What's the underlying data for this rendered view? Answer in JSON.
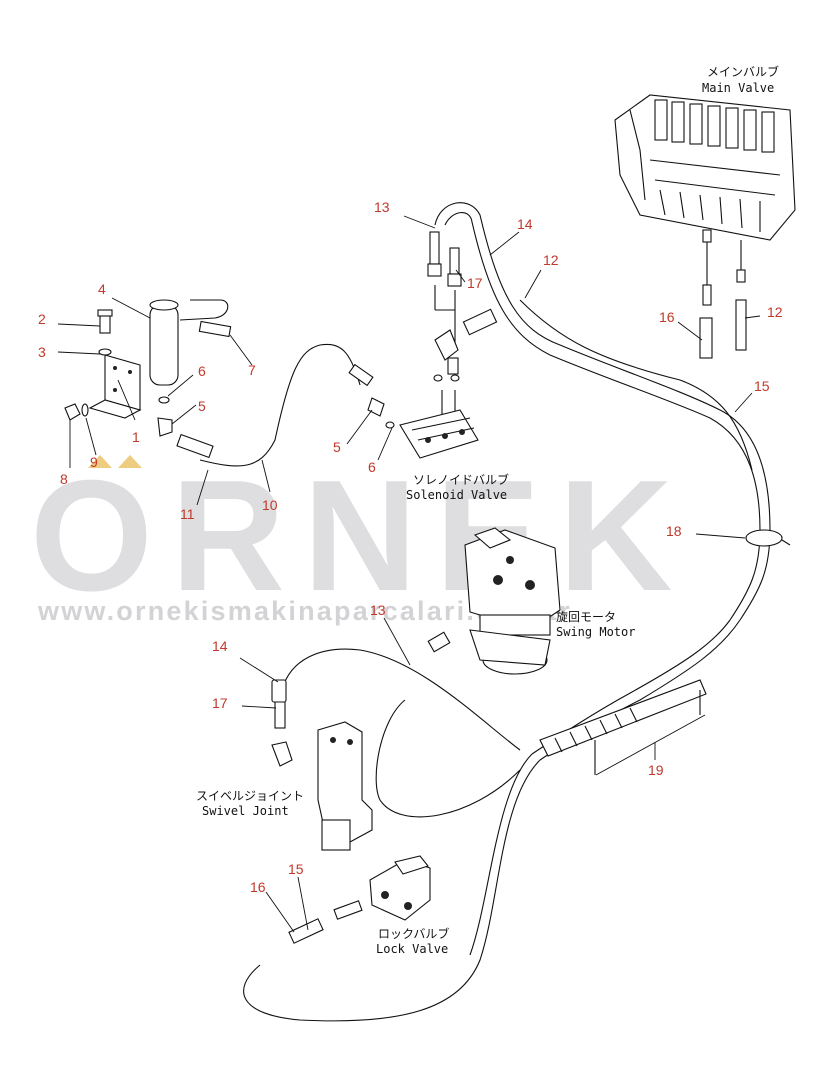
{
  "colors": {
    "number_labels": "#c0392b",
    "lines": "#111111",
    "watermark": "#d9d8da",
    "watermark_accent": "#e8b84a"
  },
  "watermark": {
    "brand": "ORNEK",
    "url": "www.ornekismakinaparcalari.com.tr"
  },
  "component_labels": {
    "main_valve_jp": "メインバルブ",
    "main_valve_en": "Main Valve",
    "solenoid_valve_jp": "ソレノイドバルブ",
    "solenoid_valve_en": "Solenoid Valve",
    "swing_motor_jp": "旋回モータ",
    "swing_motor_en": "Swing Motor",
    "swivel_joint_jp": "スイベルジョイント",
    "swivel_joint_en": "Swivel Joint",
    "lock_valve_jp": "ロックバルブ",
    "lock_valve_en": "Lock Valve"
  },
  "part_numbers": {
    "n1": "1",
    "n2": "2",
    "n3": "3",
    "n4": "4",
    "n5a": "5",
    "n5b": "5",
    "n6a": "6",
    "n6b": "6",
    "n7": "7",
    "n8": "8",
    "n9": "9",
    "n10": "10",
    "n11": "11",
    "n12a": "12",
    "n12b": "12",
    "n13a": "13",
    "n13b": "13",
    "n14a": "14",
    "n14b": "14",
    "n15a": "15",
    "n15b": "15",
    "n16a": "16",
    "n16b": "16",
    "n17a": "17",
    "n17b": "17",
    "n18": "18",
    "n19": "19"
  }
}
